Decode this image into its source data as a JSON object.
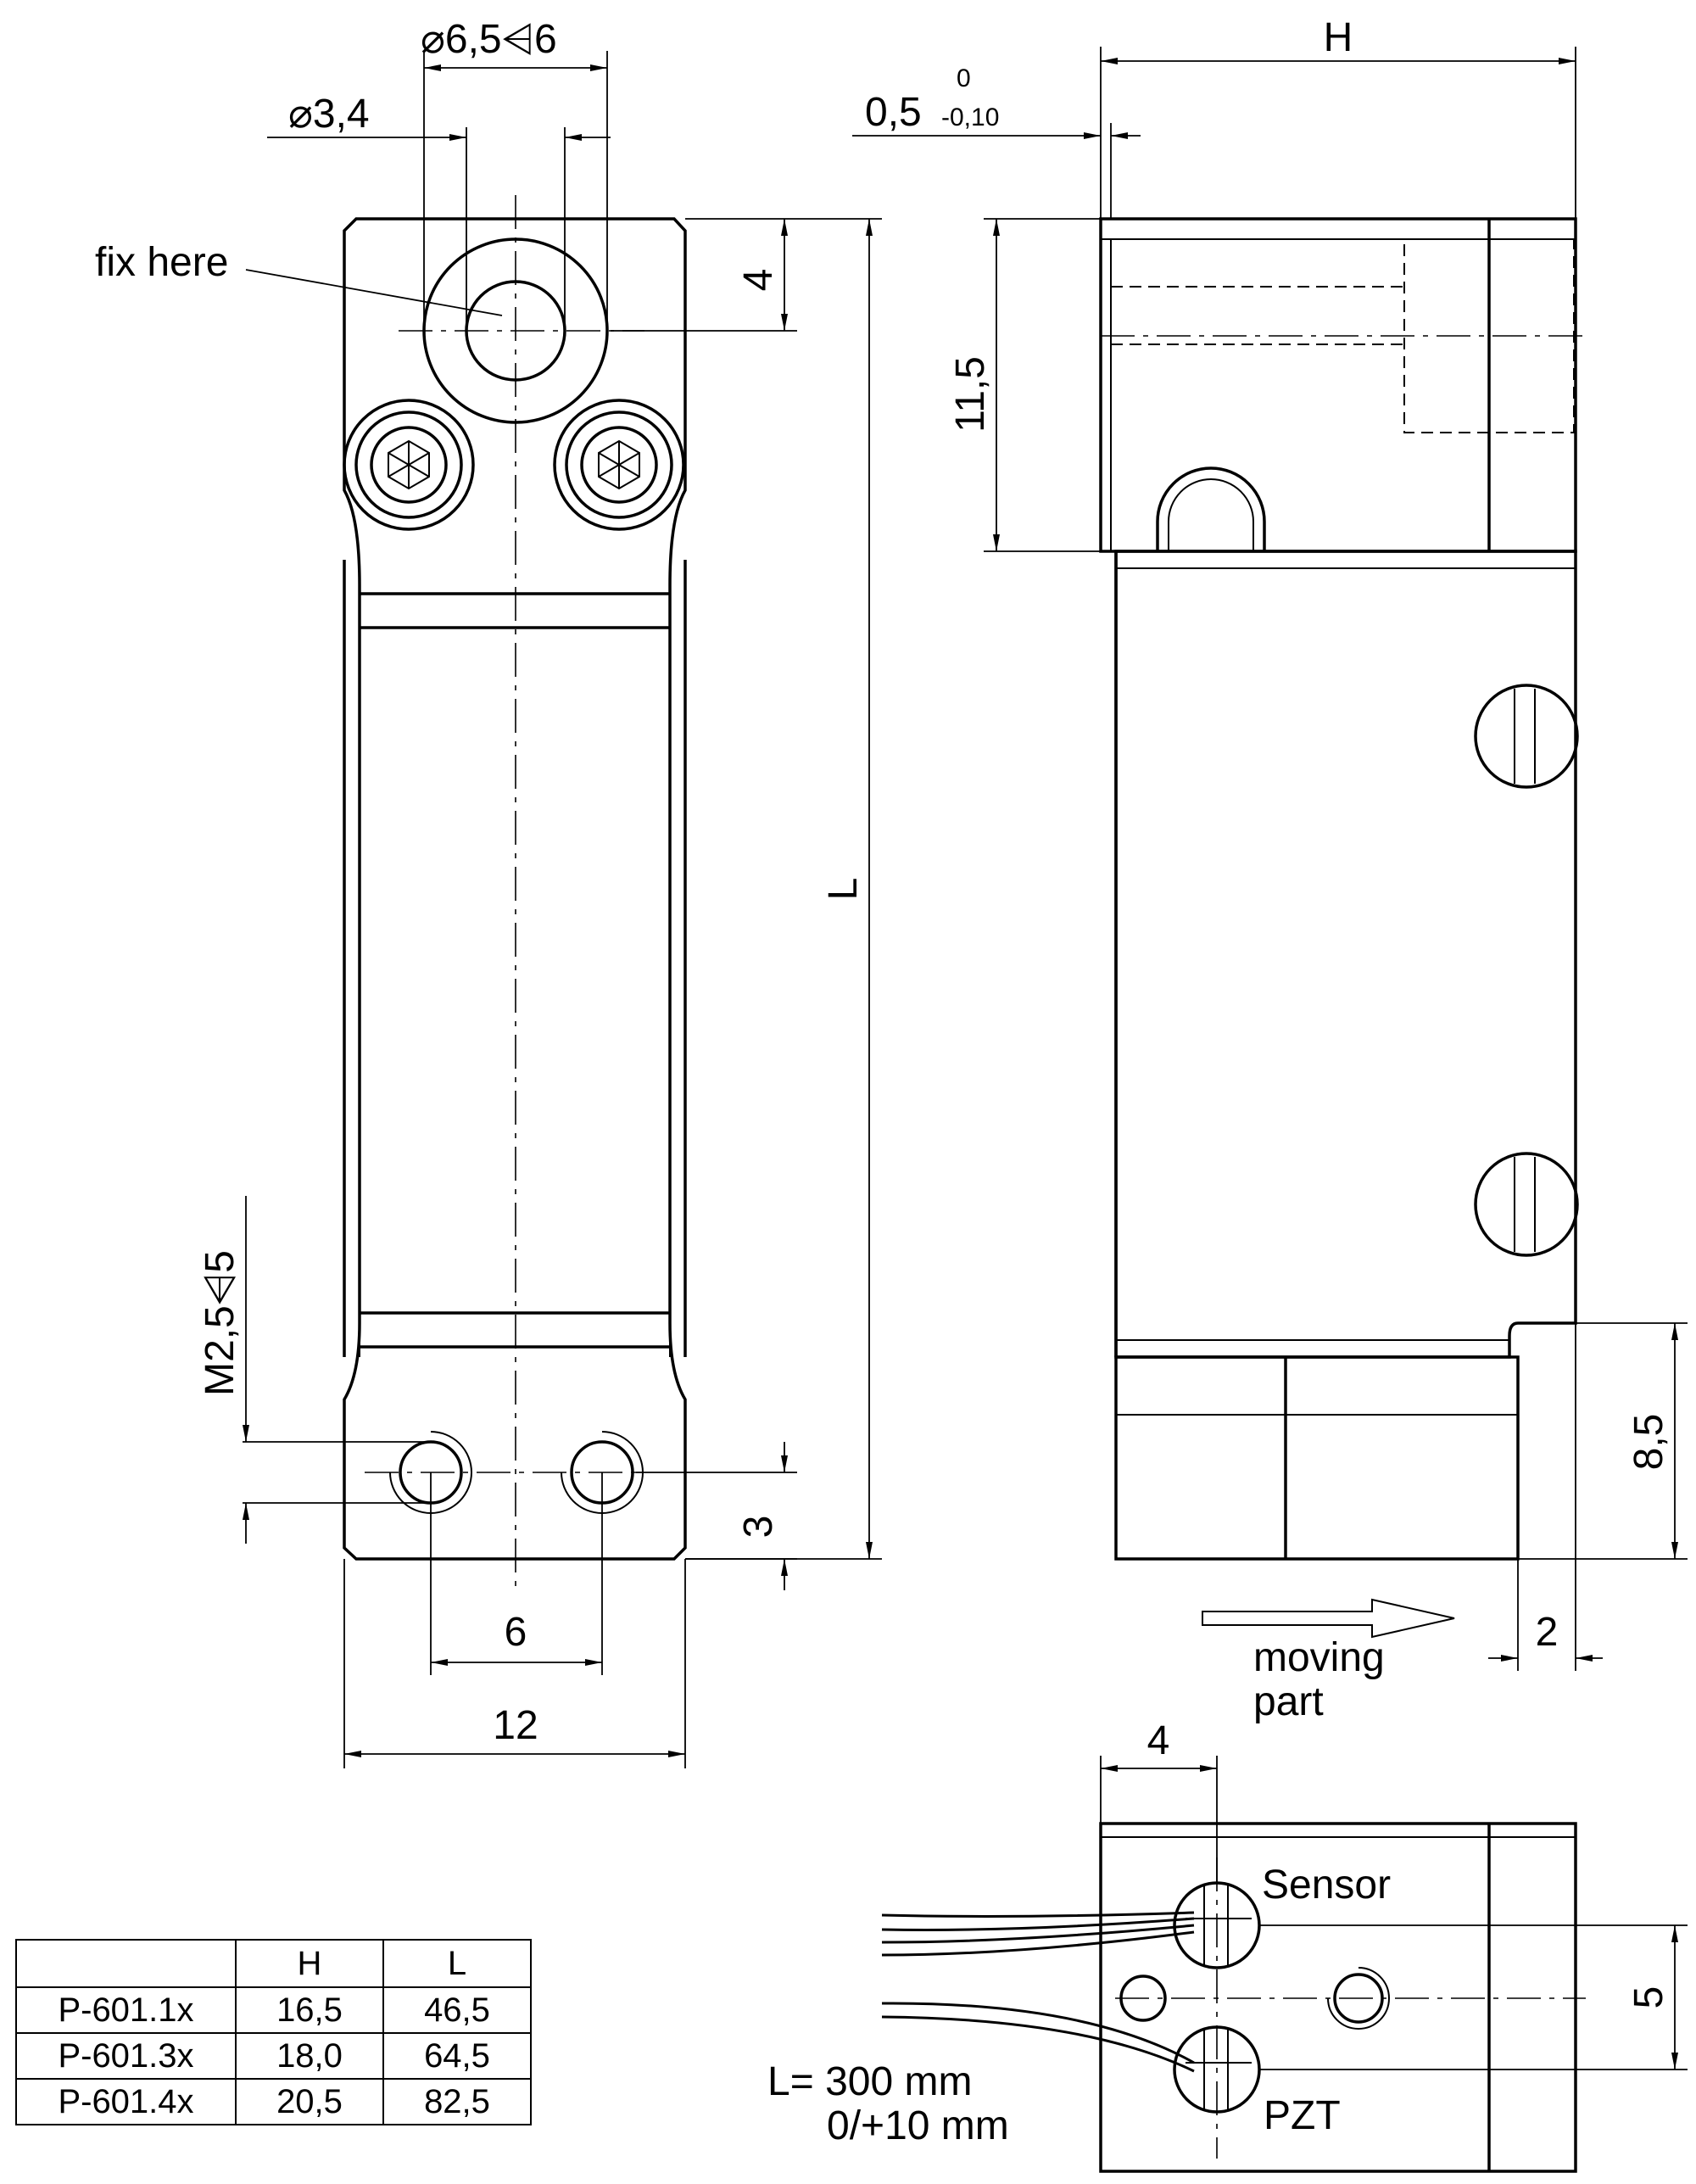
{
  "front_view": {
    "dim_top_bore": "⌀6,5⩤6",
    "dim_hole": "⌀3,4",
    "label_fix": "fix here",
    "dim_4": "4",
    "dim_L": "L",
    "dim_thread": "M2,5⩤5",
    "dim_3": "3",
    "dim_6": "6",
    "dim_12": "12"
  },
  "side_view": {
    "dim_H": "H",
    "dim_tol_base": "0,5",
    "dim_tol_upper": "0",
    "dim_tol_lower": "-0,10",
    "dim_11_5": "11,5",
    "dim_8_5": "8,5",
    "dim_2": "2",
    "label_moving_line1": "moving",
    "label_moving_line2": "part"
  },
  "end_view": {
    "dim_4": "4",
    "label_sensor": "Sensor",
    "label_pzt": "PZT",
    "dim_5": "5",
    "cable_line1": "L= 300 mm",
    "cable_line2": "0/+10 mm"
  },
  "model_table": {
    "headers": [
      "",
      "H",
      "L"
    ],
    "rows": [
      {
        "model": "P-601.1x",
        "H": "16,5",
        "L": "46,5"
      },
      {
        "model": "P-601.3x",
        "H": "18,0",
        "L": "64,5"
      },
      {
        "model": "P-601.4x",
        "H": "20,5",
        "L": "82,5"
      }
    ]
  }
}
